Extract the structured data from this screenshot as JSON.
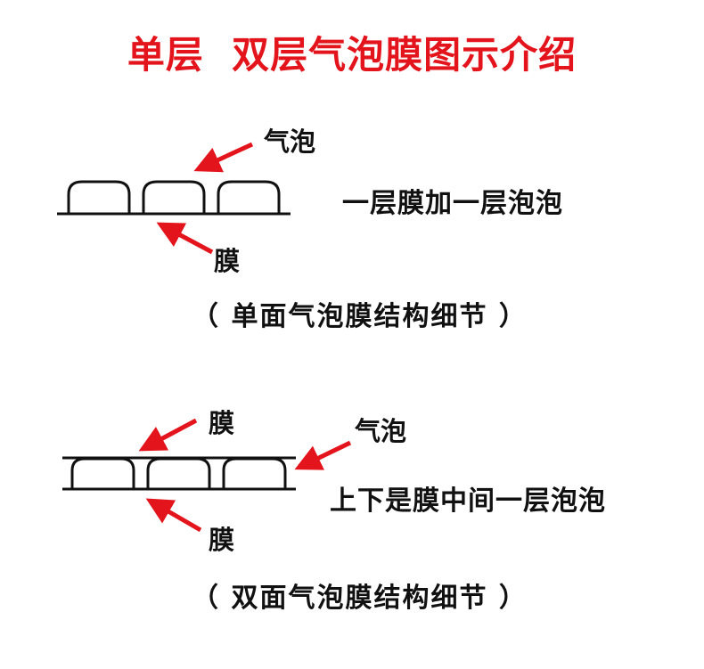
{
  "title": "单层  双层气泡膜图示介绍",
  "colors": {
    "title_red": "#e3141b",
    "arrow_red": "#e3141b",
    "line_black": "#111111",
    "background": "#ffffff"
  },
  "single_layer": {
    "bubble_label": "气泡",
    "film_label": "膜",
    "description": "一层膜加一层泡泡",
    "caption": "（ 单面气泡膜结构细节 ）",
    "bubble_count": 3
  },
  "double_layer": {
    "top_film_label": "膜",
    "bubble_label": "气泡",
    "bottom_film_label": "膜",
    "description": "上下是膜中间一层泡泡",
    "caption": "（ 双面气泡膜结构细节 ）",
    "bubble_count": 3
  }
}
